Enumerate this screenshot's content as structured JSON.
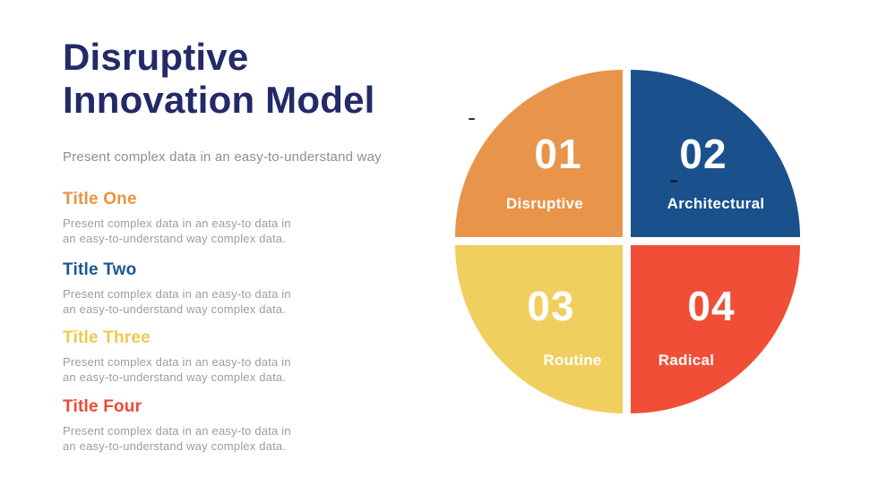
{
  "header": {
    "title": "Disruptive\nInnovation Model",
    "subtitle": "Present complex data in an easy-to-understand way",
    "title_color": "#232A68",
    "subtitle_color": "#8F8F8F"
  },
  "sections": [
    {
      "heading": "Title One",
      "heading_color": "#EB9342",
      "body": "Present complex data in an easy-to data in\nan easy-to-understand way complex data."
    },
    {
      "heading": "Title Two",
      "heading_color": "#1D5795",
      "body": "Present complex data in an easy-to data in\nan easy-to-understand way complex data."
    },
    {
      "heading": "Title Three",
      "heading_color": "#EFC94C",
      "body": "Present complex data in an easy-to data in\nan easy-to-understand way complex data."
    },
    {
      "heading": "Title Four",
      "heading_color": "#F04A31",
      "body": "Present complex data in an easy-to data in\nan easy-to-understand way complex data."
    }
  ],
  "quadrant_diagram": {
    "type": "four-quadrant-circle",
    "quadrants": [
      {
        "number": "01",
        "label": "Disruptive",
        "color": "#E9944B",
        "position": "top-left"
      },
      {
        "number": "02",
        "label": "Architectural",
        "color": "#1A518D",
        "position": "top-right"
      },
      {
        "number": "03",
        "label": "Routine",
        "color": "#F0CF5F",
        "position": "bottom-left"
      },
      {
        "number": "04",
        "label": "Radical",
        "color": "#F04E37",
        "position": "bottom-right"
      }
    ],
    "text_color": "#FFFFFF"
  }
}
